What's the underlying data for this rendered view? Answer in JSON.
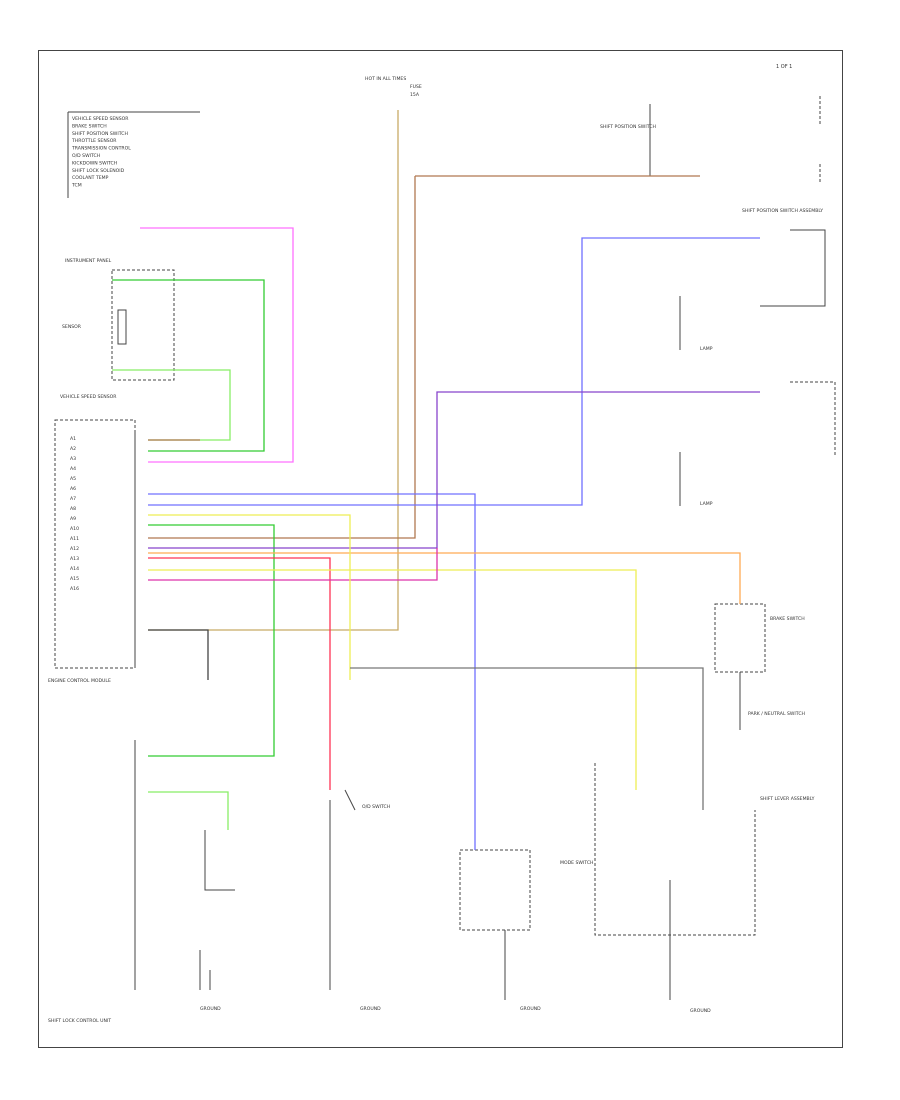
{
  "page_id": "1 OF 1",
  "footer_code": "",
  "top_source": [
    "HOT IN ALL TIMES",
    "FUSE",
    "15A"
  ],
  "notes": [
    "VEHICLE SPEED SENSOR",
    "BRAKE SWITCH",
    "SHIFT POSITION SWITCH",
    "THROTTLE SENSOR",
    "TRANSMISSION CONTROL",
    "O/D SWITCH",
    "KICKDOWN SWITCH",
    "SHIFT LOCK SOLENOID",
    "COOLANT TEMP",
    "TCM"
  ],
  "labels": {
    "ecm": "ENGINE CONTROL MODULE",
    "instrument": "INSTRUMENT PANEL",
    "sensor": "SENSOR",
    "vss": "VEHICLE SPEED SENSOR",
    "unit": "SHIFT POSITION SWITCH",
    "module": "SHIFT POSITION SWITCH ASSEMBLY",
    "lower": "SHIFT LOCK CONTROL UNIT",
    "brake": "BRAKE SWITCH",
    "park": "PARK / NEUTRAL SWITCH",
    "od": "O/D SWITCH",
    "mode": "MODE SWITCH",
    "shiftlever": "SHIFT LEVER ASSEMBLY",
    "ground": "GROUND",
    "lamp": "LAMP"
  },
  "pins": [
    "A1",
    "A2",
    "A3",
    "A4",
    "A5",
    "A6",
    "A7",
    "A8",
    "A9",
    "A10",
    "A11",
    "A12",
    "A13",
    "A14",
    "A15",
    "A16"
  ],
  "wire_colors": {
    "brown": "#b07850",
    "pink": "#ff70ff",
    "green": "#33cc33",
    "lightgreen": "#88ee66",
    "blue": "#7070ff",
    "purple": "#8844cc",
    "magenta": "#dd33aa",
    "red": "#ff3355",
    "orange": "#ffaa55",
    "yellow": "#eeee55",
    "tan": "#c8aa66",
    "gray": "#777777",
    "black": "#444444"
  }
}
